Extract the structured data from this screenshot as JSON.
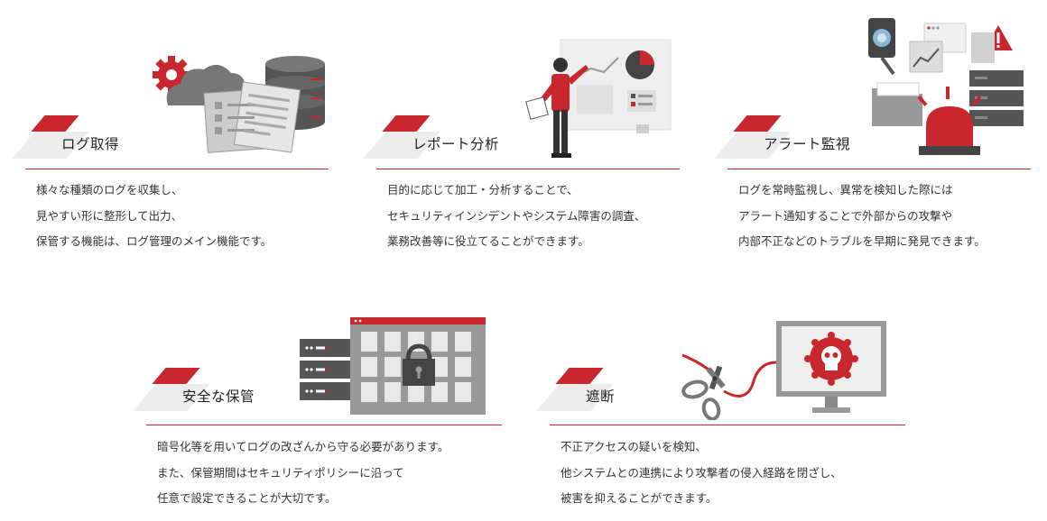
{
  "palette": {
    "accent": "#c8282d",
    "rule": "#c8282d",
    "text": "#333333",
    "muted_bg": "#ececec",
    "dark_grey": "#555555",
    "mid_grey": "#999999"
  },
  "features": [
    {
      "title": "ログ取得",
      "icon": "log-collection-icon",
      "lines": [
        "様々な種類のログを収集し、",
        "見やすい形に整形して出力、",
        "保管する機能は、ログ管理のメイン機能です。"
      ]
    },
    {
      "title": "レポート分析",
      "icon": "report-analysis-icon",
      "lines": [
        "目的に応じて加工・分析することで、",
        "セキュリティインシデントやシステム障害の調査、",
        "業務改善等に役立てることができます。"
      ]
    },
    {
      "title": "アラート監視",
      "icon": "alert-monitoring-icon",
      "lines": [
        "ログを常時監視し、異常を検知した際には",
        "アラート通知することで外部からの攻撃や",
        "内部不正などのトラブルを早期に発見できます。"
      ]
    },
    {
      "title": "安全な保管",
      "icon": "secure-storage-icon",
      "lines": [
        "暗号化等を用いてログの改ざんから守る必要があります。",
        "また、保管期間はセキュリティポリシーに沿って",
        "任意で設定できることが大切です。"
      ]
    },
    {
      "title": "遮断",
      "icon": "block-icon",
      "lines": [
        "不正アクセスの疑いを検知、",
        "他システムとの連携により攻撃者の侵入経路を閉ざし、",
        "被害を抑えることができます。"
      ]
    }
  ]
}
